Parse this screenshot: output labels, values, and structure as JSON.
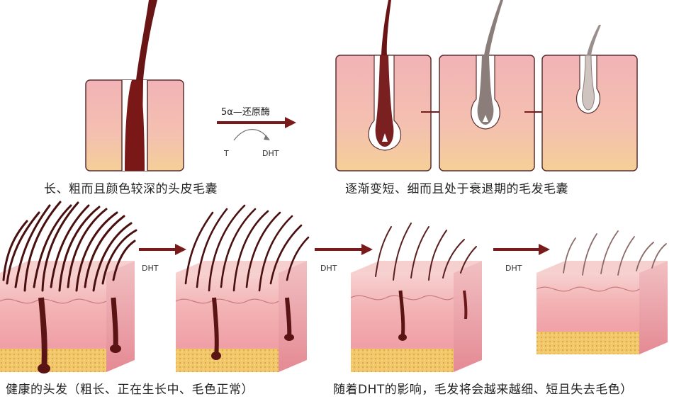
{
  "top": {
    "enzyme_label": "5α—还原酶",
    "t_label": "T",
    "dht_label": "DHT",
    "caption_left": "长、粗而且颜色较深的头皮毛囊",
    "caption_right": "逐渐变短、细而且处于衰退期的毛发毛囊"
  },
  "bottom": {
    "arrow_labels": [
      "DHT",
      "DHT",
      "DHT"
    ],
    "caption_left": "健康的头发（粗长、正在生长中、毛色正常）",
    "caption_right": "随着DHT的影响，毛发将会越来越细、短且失去毛色）"
  },
  "colors": {
    "skin_pink": "#f2b8b8",
    "skin_gradient_bottom": "#f3c59a",
    "hair_dark": "#5a1414",
    "hair_grey": "#8a7d7a",
    "arrow_red": "#7a1a1a",
    "fat_yellow": "#f0c060"
  }
}
